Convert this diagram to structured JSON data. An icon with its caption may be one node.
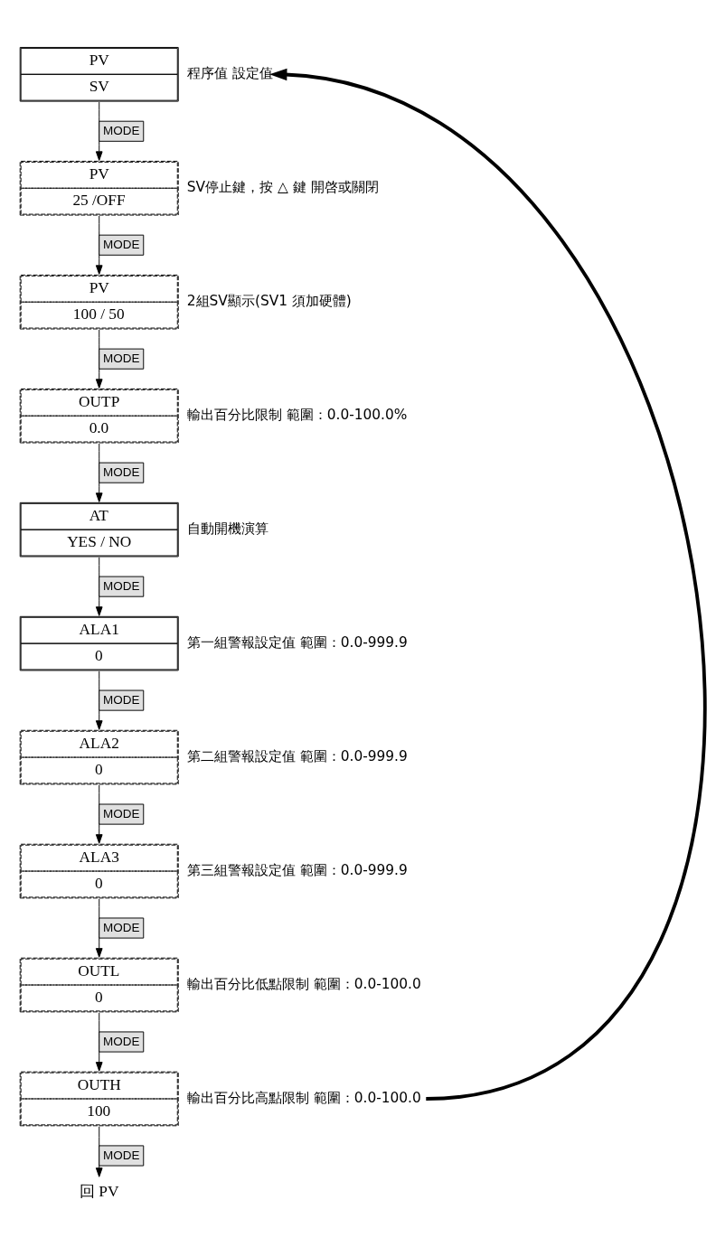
{
  "diagram": {
    "nodes": [
      {
        "text": [
          "PV",
          "SV"
        ],
        "beside": [
          "程序值 設定值"
        ]
      },
      {
        "text": [
          "PV",
          "25 /OFF"
        ],
        "beside": [
          "SV停止鍵，按 △ 鍵 開啓或關閉"
        ]
      },
      {
        "text": [
          "PV",
          "100 / 50"
        ],
        "beside": [
          "2組SV顯示(SV1 須加硬體)"
        ]
      },
      {
        "text": [
          "OUTP",
          "0.0"
        ],
        "beside": [
          "輸出百分比限制 範圍：0.0-100.0%"
        ]
      },
      {
        "text": [
          "AT",
          "YES / NO"
        ],
        "beside": [
          "自動開機演算"
        ]
      },
      {
        "text": [
          "ALA1",
          "0"
        ],
        "beside": [
          "第一組警報設定值 範圍：0.0-999.9"
        ]
      },
      {
        "text": [
          "ALA2",
          "0"
        ],
        "beside": [
          "第二組警報設定值 範圍：0.0-999.9"
        ]
      },
      {
        "text": [
          "ALA3",
          "0"
        ],
        "beside": [
          "第三組警報設定值 範圍：0.0-999.9"
        ]
      },
      {
        "text": [
          "OUTL",
          "0"
        ],
        "beside": [
          "輸出百分比低點限制 範圍：0.0-100.0"
        ]
      },
      {
        "text": [
          "OUTH",
          "100"
        ],
        "beside": [
          "輸出百分比高點限制 範圍：0.0-100.0"
        ]
      },
      {
        "text": [
          "回 PV"
        ]
      }
    ],
    "edges": [
      {
        "from": 0,
        "to": 1,
        "arrow": "to",
        "label": "MODE"
      },
      {
        "from": 1,
        "to": 2,
        "arrow": "to",
        "label": "MODE"
      },
      {
        "from": 2,
        "to": 3,
        "arrow": "to",
        "label": "MODE"
      },
      {
        "from": 3,
        "to": 4,
        "arrow": "to",
        "label": "MODE"
      },
      {
        "from": 4,
        "to": 5,
        "arrow": "to",
        "label": "MODE"
      },
      {
        "from": 5,
        "to": 6,
        "arrow": "to",
        "label": "MODE"
      },
      {
        "from": 6,
        "to": 7,
        "arrow": "to",
        "label": "MODE"
      },
      {
        "from": 7,
        "to": 8,
        "arrow": "to",
        "label": "MODE"
      },
      {
        "from": 8,
        "to": 9,
        "arrow": "to",
        "label": "MODE"
      },
      {
        "from": 9,
        "to": 10,
        "arrow": "to",
        "label": "MODE"
      },
      {
        "from": 9,
        "to": 0,
        "arrow": "to",
        "style": "thick"
      }
    ]
  }
}
